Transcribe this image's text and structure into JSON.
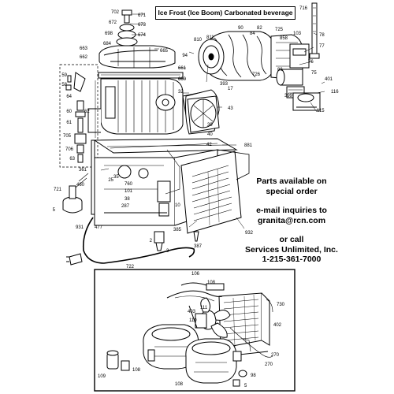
{
  "title": "Ice Frost (Ice Boom) Carbonated beverage",
  "info": {
    "line1": "Parts available on",
    "line2": "special order",
    "line3": "e-mail inquiries to",
    "line4": "granita@rcn.com",
    "line5": "or call",
    "line6": "Services Unlimited, Inc.",
    "line7": "1-215-361-7000"
  },
  "part_labels": {
    "p702": "702",
    "p671": "671",
    "p672": "672",
    "p673": "673",
    "p698": "698",
    "p674": "674",
    "p684": "684",
    "p663": "663",
    "p662": "662",
    "p665": "665",
    "p661": "661",
    "p660": "660",
    "p59": "59",
    "p58": "58",
    "p64": "64",
    "p60": "60",
    "p61": "61",
    "p62": "62",
    "p705": "705",
    "p706": "706",
    "p63": "63",
    "p716": "716",
    "p810": "810",
    "p811": "811",
    "p90": "90",
    "p82": "82",
    "p84": "84",
    "p725": "725",
    "p103": "103",
    "p78": "78",
    "p77": "77",
    "p858": "858",
    "p94": "94",
    "p726": "726",
    "p393": "393",
    "p86": "86",
    "p76": "76",
    "p75": "75",
    "p401": "401",
    "p116": "116",
    "p399": "399",
    "p115": "115",
    "p32": "32",
    "p43": "43",
    "p17": "17",
    "p39": "39",
    "p40": "40",
    "p42": "42",
    "p881": "881",
    "p361": "361",
    "p25": "25",
    "p35": "35",
    "p760": "760",
    "p101": "101",
    "p38": "38",
    "p287": "287",
    "p10": "10",
    "p460": "460",
    "p721": "721",
    "p5": "5",
    "p931": "931",
    "p477": "477",
    "p385": "385",
    "p932": "932",
    "p2": "2",
    "p3": "3",
    "p387": "387",
    "p722": "722",
    "p106": "106",
    "p108top": "108",
    "p111": "111",
    "p403": "403",
    "p110": "110",
    "p730": "730",
    "p402": "402",
    "p270a": "270",
    "p270b": "270",
    "p109": "109",
    "p108mid": "108",
    "p98": "98",
    "p108bot": "108",
    "p5bot": "5"
  }
}
